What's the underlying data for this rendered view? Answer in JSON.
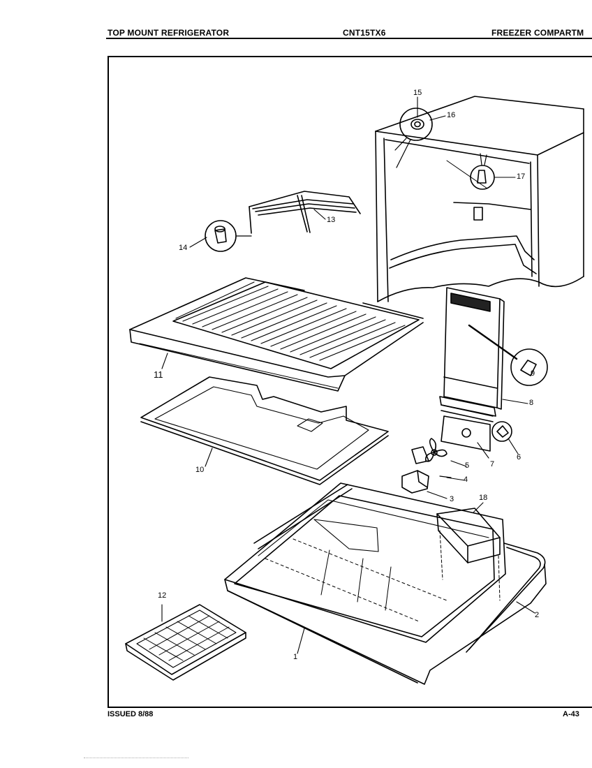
{
  "header": {
    "left": "TOP MOUNT REFRIGERATOR",
    "center": "CNT15TX6",
    "right": "FREEZER COMPARTM"
  },
  "footer": {
    "issued": "ISSUED 8/88",
    "page": "A-43"
  },
  "callouts": [
    "1",
    "2",
    "3",
    "4",
    "5",
    "6",
    "7",
    "8",
    "9",
    "10",
    "11",
    "12",
    "13",
    "14",
    "15",
    "16",
    "17",
    "18"
  ]
}
